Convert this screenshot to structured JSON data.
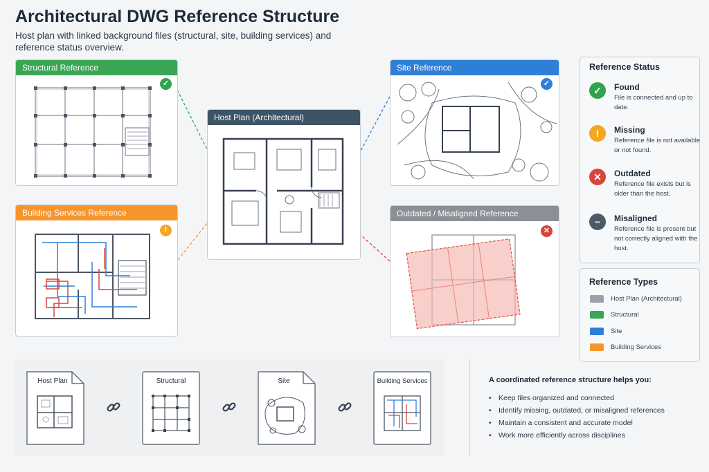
{
  "header": {
    "title": "Architectural DWG Reference Structure",
    "subtitle": "Host plan with linked background files (structural, site, building services) and reference status overview."
  },
  "cards": {
    "structural": {
      "label": "Structural Reference",
      "badge": "✓"
    },
    "site": {
      "label": "Site Reference",
      "badge": "✓"
    },
    "host": {
      "label": "Host Plan (Architectural)"
    },
    "services": {
      "label": "Building Services Reference",
      "badge": "!"
    },
    "outdated": {
      "label": "Outdated / Misaligned Reference",
      "badge": "✕"
    }
  },
  "reference_status": {
    "title": "Reference Status",
    "items": [
      {
        "icon": "✓",
        "name": "Found",
        "desc": "File is connected and up to date.",
        "color": "#2ea44f"
      },
      {
        "icon": "!",
        "name": "Missing",
        "desc": "Reference file is not available or not found.",
        "color": "#f5a623"
      },
      {
        "icon": "✕",
        "name": "Outdated",
        "desc": "Reference file exists but is older than the host.",
        "color": "#d9443b"
      },
      {
        "icon": "−",
        "name": "Misaligned",
        "desc": "Reference file is present but not correctly aligned with the host.",
        "color": "#4a5a69"
      }
    ]
  },
  "reference_types": {
    "title": "Reference Types",
    "items": [
      {
        "label": "Host Plan (Architectural)",
        "color": "#9aa1a8"
      },
      {
        "label": "Structural",
        "color": "#3aa655"
      },
      {
        "label": "Site",
        "color": "#2f7fd8"
      },
      {
        "label": "Building Services",
        "color": "#f5952b"
      }
    ]
  },
  "files": [
    {
      "label": "Host Plan"
    },
    {
      "label": "Structural"
    },
    {
      "label": "Site"
    },
    {
      "label": "Building Services"
    }
  ],
  "benefits": {
    "heading": "A coordinated reference structure helps you:",
    "items": [
      "Keep files organized and connected",
      "Identify missing, outdated, or misaligned references",
      "Maintain a consistent and accurate model",
      "Work more efficiently across disciplines"
    ]
  }
}
